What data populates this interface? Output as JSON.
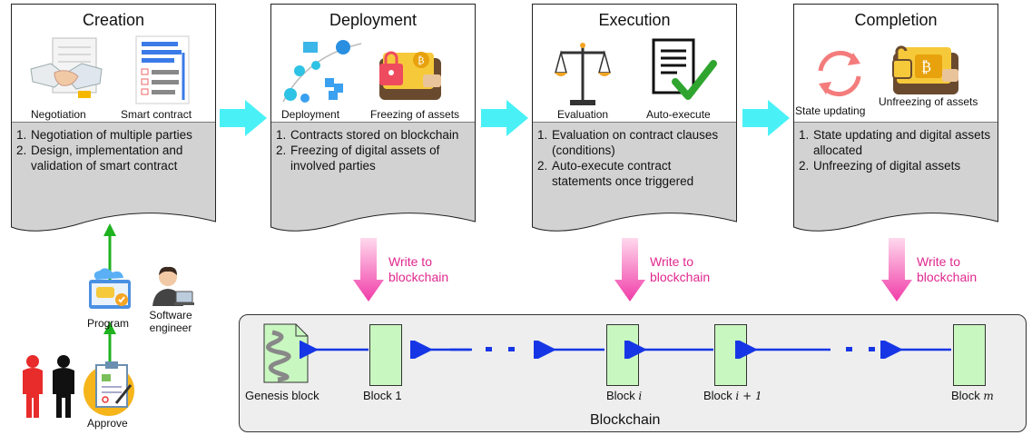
{
  "stages": [
    {
      "title": "Creation",
      "icons": [
        {
          "label": "Negotiation",
          "icon": "handshake-icon"
        },
        {
          "label": "Smart contract",
          "icon": "contract-document-icon"
        }
      ],
      "steps": [
        {
          "num": "1.",
          "text": "Negotiation of multiple parties"
        },
        {
          "num": "2.",
          "text": "Design, implementation and validation of smart contract"
        }
      ]
    },
    {
      "title": "Deployment",
      "icons": [
        {
          "label": "Deployment",
          "icon": "network-nodes-icon"
        },
        {
          "label": "Freezing of assets",
          "icon": "locked-wallet-icon"
        }
      ],
      "steps": [
        {
          "num": "1.",
          "text": "Contracts stored on blockchain"
        },
        {
          "num": "2.",
          "text": "Freezing of digital assets of involved parties"
        }
      ]
    },
    {
      "title": "Execution",
      "icons": [
        {
          "label": "Evaluation",
          "icon": "scale-icon"
        },
        {
          "label": "Auto-execute",
          "icon": "checked-document-icon"
        }
      ],
      "steps": [
        {
          "num": "1.",
          "text": "Evaluation on contract clauses (conditions)"
        },
        {
          "num": "2.",
          "text": "Auto-execute contract statements once triggered"
        }
      ]
    },
    {
      "title": "Completion",
      "icons": [
        {
          "label": "State updating",
          "icon": "refresh-icon"
        },
        {
          "label": "Unfreezing of assets",
          "icon": "unlocked-wallet-icon"
        }
      ],
      "steps": [
        {
          "num": "1.",
          "text": "State updating and digital assets allocated"
        },
        {
          "num": "2.",
          "text": "Unfreezing of digital assets"
        }
      ]
    }
  ],
  "write_label": [
    "Write to",
    "blockchain"
  ],
  "blockchain": {
    "title": "Blockchain",
    "blocks": [
      {
        "name": "Genesis block",
        "var": ""
      },
      {
        "name": "Block 1",
        "var": ""
      },
      {
        "name": "Block",
        "var": "i"
      },
      {
        "name": "Block",
        "var": "i + 1"
      },
      {
        "name": "Block",
        "var": "m"
      }
    ]
  },
  "side": {
    "program": "Program",
    "engineer": "Software engineer",
    "approve": "Approve"
  },
  "colors": {
    "stage_arrow": "#3ff0f5",
    "write_arrow": "#f03ca8",
    "write_text": "#e0288e",
    "chain_arrow": "#1636e6",
    "block_fill": "#c8f7c0",
    "green_arrow": "#1fb21f",
    "panel_fill": "#eeeeee",
    "desc_fill": "#d2d2d2"
  }
}
